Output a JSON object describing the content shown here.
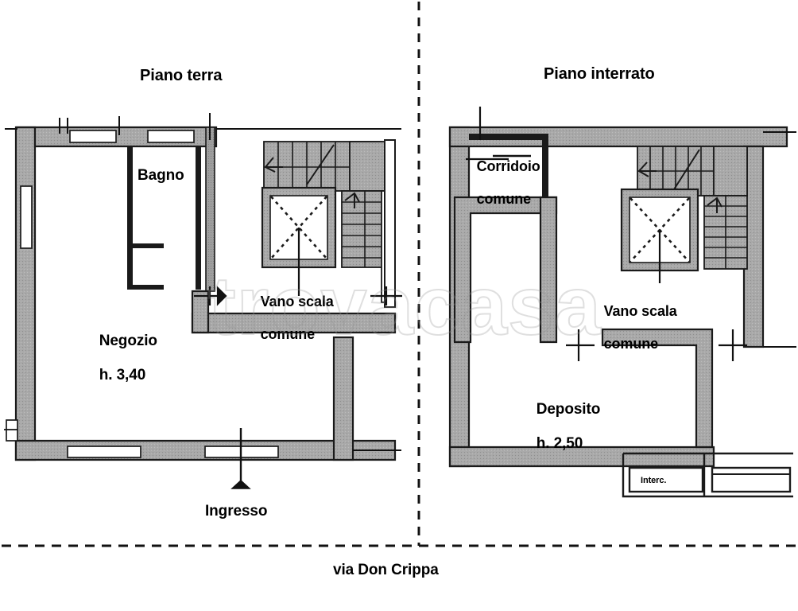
{
  "document": {
    "kind": "floor-plan",
    "street_label": "via Don Crippa",
    "watermark": "trovacasa"
  },
  "plans": [
    {
      "id": "piano-terra",
      "title": "Piano terra",
      "labels": {
        "bagno": "Bagno",
        "negozio": "Negozio",
        "negozio_height": "h. 3,40",
        "vano_scala_l1": "Vano scala",
        "vano_scala_l2": "comune",
        "ingresso": "Ingresso"
      }
    },
    {
      "id": "piano-interrato",
      "title": "Piano interrato",
      "labels": {
        "corridoio_l1": "Corridoio",
        "corridoio_l2": "comune",
        "vano_scala_l1": "Vano scala",
        "vano_scala_l2": "comune",
        "deposito": "Deposito",
        "deposito_height": "h. 2,50",
        "interc": "Interc."
      }
    }
  ],
  "rooms": [
    {
      "plan": "piano-terra",
      "name": "Negozio",
      "height": "h. 3,40"
    },
    {
      "plan": "piano-terra",
      "name": "Bagno",
      "height": ""
    },
    {
      "plan": "piano-terra",
      "name": "Vano scala comune",
      "height": ""
    },
    {
      "plan": "piano-interrato",
      "name": "Deposito",
      "height": "h. 2,50"
    },
    {
      "plan": "piano-interrato",
      "name": "Corridoio comune",
      "height": ""
    },
    {
      "plan": "piano-interrato",
      "name": "Vano scala comune",
      "height": ""
    },
    {
      "plan": "piano-interrato",
      "name": "Interc.",
      "height": ""
    }
  ],
  "colors": {
    "wall_fill": "#a9a9a9",
    "wall_stroke": "#1a1a1a",
    "paper": "#ffffff",
    "text": "#000000",
    "watermark": "#969696",
    "hatch": "#8f8f8f"
  }
}
